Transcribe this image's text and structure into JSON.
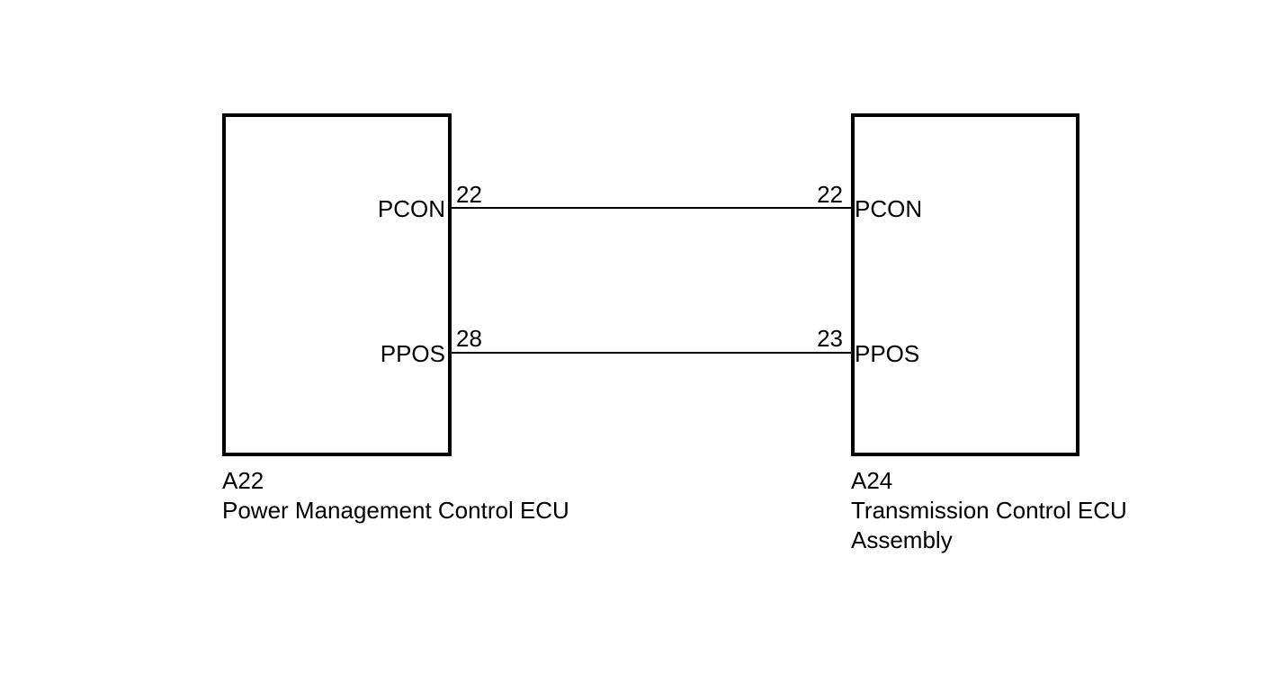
{
  "diagram": {
    "type": "wiring-diagram",
    "background_color": "#ffffff",
    "line_color": "#000000",
    "left_component": {
      "id": "A22",
      "name_lines": [
        "Power Management Control ECU"
      ],
      "pins": [
        {
          "terminal": "22",
          "signal": "PCON"
        },
        {
          "terminal": "28",
          "signal": "PPOS"
        }
      ]
    },
    "right_component": {
      "id": "A24",
      "name_lines": [
        "Transmission Control ECU",
        "Assembly"
      ],
      "pins": [
        {
          "terminal": "22",
          "signal": "PCON"
        },
        {
          "terminal": "23",
          "signal": "PPOS"
        }
      ]
    },
    "connections": [
      {
        "signal": "PCON",
        "from_component": "A22",
        "from_terminal": "22",
        "to_component": "A24",
        "to_terminal": "22"
      },
      {
        "signal": "PPOS",
        "from_component": "A22",
        "from_terminal": "28",
        "to_component": "A24",
        "to_terminal": "23"
      }
    ]
  }
}
